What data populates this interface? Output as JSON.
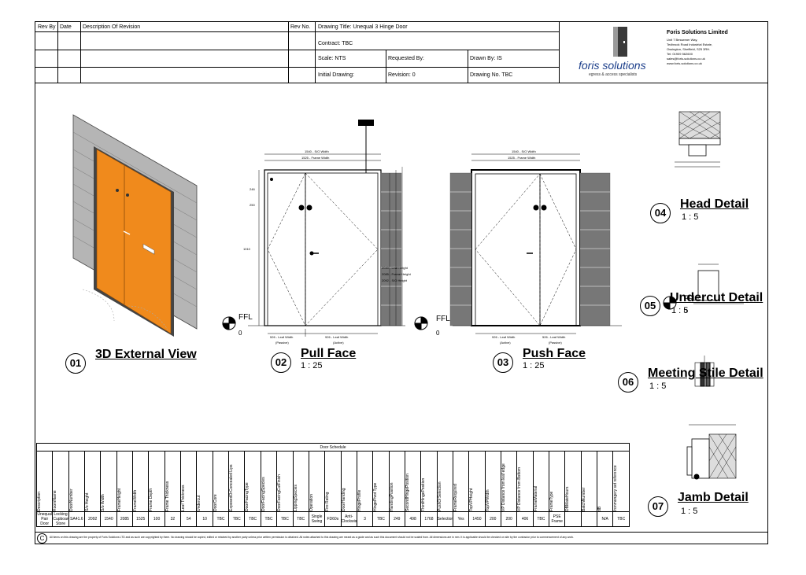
{
  "title_block": {
    "rev_by": "Rev By",
    "date": "Date",
    "description": "Description Of Revision",
    "rev_no": "Rev No.",
    "drawing_title": "Drawing Title: Unequal 3 Hinge Door",
    "contract": "Contract: TBC",
    "scale": "Scale: NTS",
    "requested_by": "Requested By:",
    "drawn_by": "Drawn By: IS",
    "initial_drawing": "Initial Drawing:",
    "revision": "Revision: 0",
    "drawing_no": "Drawing No. TBC"
  },
  "company": {
    "name": "Foris Solutions Limited",
    "address1": "Unit 7 Bessemer Way,",
    "address2": "Tedbrook Road Industrial Estate,",
    "address3": "Ossington, Sheffield, S25 3RH.",
    "tel": "Tel: 01909 562600",
    "email": "sales@foris-solutions.co.uk",
    "web": "www.foris-solutions.co.uk",
    "logo_text": "foris solutions",
    "tagline": "egress & access specialists"
  },
  "views": [
    {
      "num": "01",
      "title": "3D External View",
      "scale": ""
    },
    {
      "num": "02",
      "title": "Pull Face",
      "scale": "1 : 25"
    },
    {
      "num": "03",
      "title": "Push Face",
      "scale": "1 : 25"
    },
    {
      "num": "04",
      "title": "Head Detail",
      "scale": "1 : 5"
    },
    {
      "num": "05",
      "title": "Undercut Detail",
      "scale": "1 : 5"
    },
    {
      "num": "06",
      "title": "Meeting Stile Detail",
      "scale": "1 : 5"
    },
    {
      "num": "07",
      "title": "Jamb Detail",
      "scale": "1 : 5"
    }
  ],
  "ffl_label": "FFL",
  "ffl_value": "0",
  "dims": {
    "so_width": "1540 - S/O Width",
    "frame_width": "1525 - Frame Width",
    "leaf_width_passive": "526 - Leaf Width",
    "leaf_width_active": "926 - Leaf Width",
    "passive": "(Passive)",
    "active": "(Active)",
    "leaf_height": "2040 - Leaf Height",
    "frame_height": "2085 - Frame Height",
    "so_height": "2092 - S/O Height",
    "handle_height": "1010",
    "top_dim": "246",
    "upper_dim": "250"
  },
  "schedule": {
    "title": "Door Schedule",
    "headers": [
      "Description",
      "RoomName",
      "DoorNumber",
      "S/o Height",
      "S/o Width",
      "FrameHeight",
      "FrameWidth",
      "Frame Depth",
      "Frame Thickness",
      "Leaf Thickness",
      "Undercut",
      "DoorCore",
      "ExposedOrConcealed Lips",
      "DoorFacingType",
      "DoorFacingSpecies",
      "DoorFacingCutFinish",
      "LippingSpecies",
      "Operation",
      "Fire Rating",
      "DoorHanding",
      "HingeProfile",
      "HingePivot Type",
      "HandingPosition",
      "SecondHingePosition",
      "ThirdHingePosition",
      "PushOrSelection",
      "FrameRequired",
      "TopVPHeight",
      "TopVPWidth",
      "VP Distance from leaf edge",
      "VP Distance from Bottom",
      "FrameMaterial",
      "FrameType",
      "DBMateHours",
      "BatchNumber",
      "dB",
      "Ironmongery set reference"
    ],
    "values": [
      "Unequal Pair Door",
      "Locking Cupboard/ Store",
      "SA41.6",
      "2092",
      "1540",
      "2085",
      "1525",
      "100",
      "32",
      "54",
      "10",
      "TBC",
      "TBC",
      "TBC",
      "TBC",
      "TBC",
      "TBC",
      "Single Swing",
      "FD60s",
      "Anti-Clockwise",
      "3",
      "TBC",
      "249",
      "498",
      "1768",
      "Selection",
      "Yes",
      "1450",
      "200",
      "200",
      "406",
      "TBC",
      "PSE Frame",
      "",
      "",
      "N/A",
      "TBC"
    ]
  },
  "copyright": "All items on this drawing are the property of Foris Solutions LTD and as such are copyrighted by them. No drawing should be copied, edited or retained by another party unless prior written permission is obtained. All notes attached to this drawing are meant as a guide and as such this document should not be scaled from. All dimensions are in mm. It is applicable should be checked on site by the contractor prior to commencement of any work.",
  "copyright_symbol": "C"
}
